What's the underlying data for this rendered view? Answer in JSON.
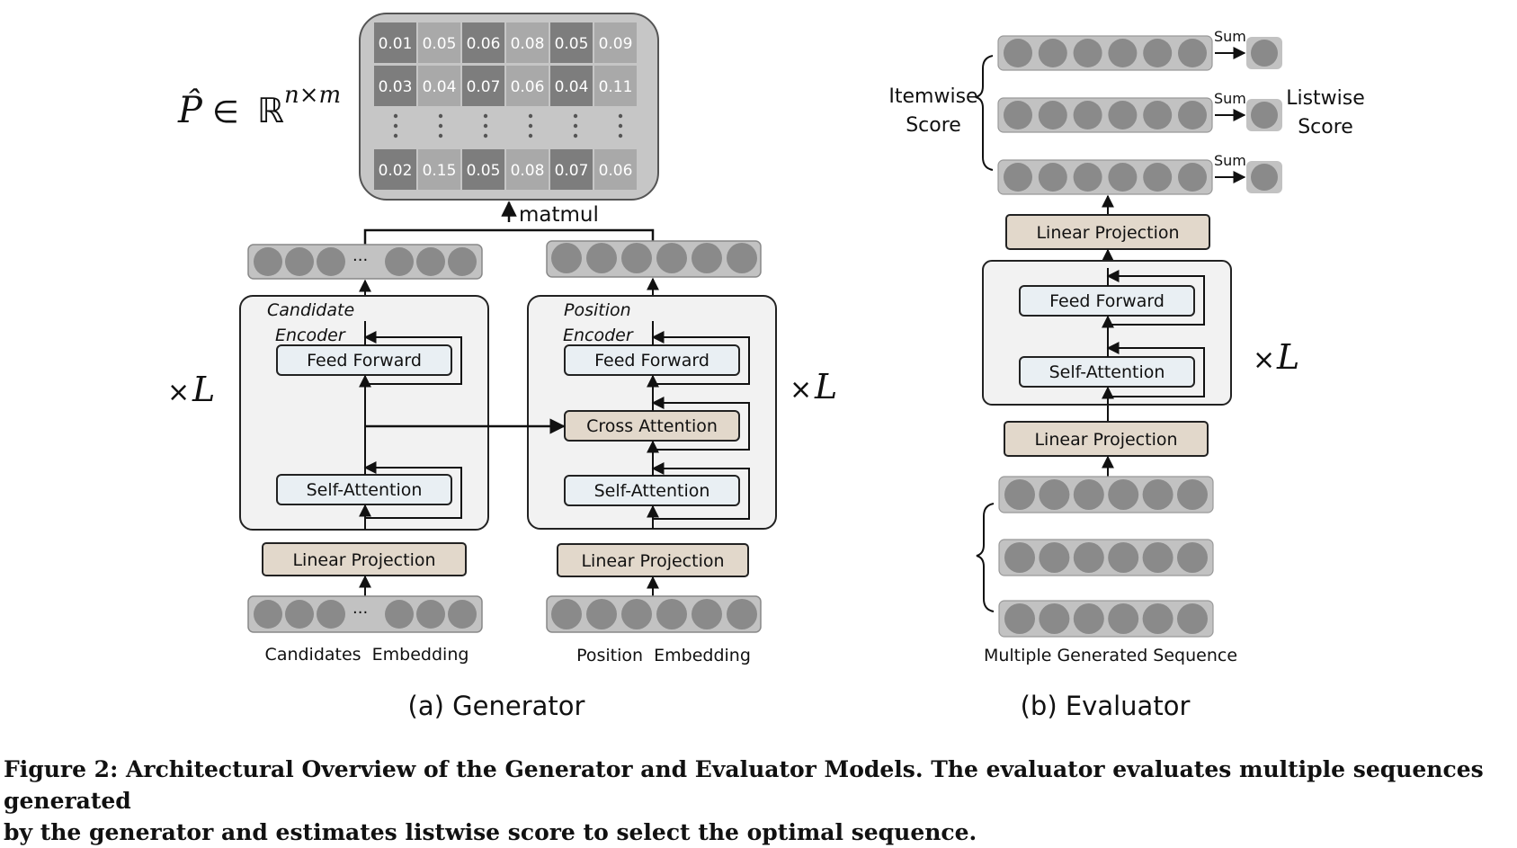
{
  "matrix": {
    "expression_P": "P̂",
    "expression_in": "∈",
    "expression_R": "ℝ",
    "expression_sup": "n×m",
    "rows": [
      [
        "0.01",
        "0.05",
        "0.06",
        "0.08",
        "0.05",
        "0.09"
      ],
      [
        "0.03",
        "0.04",
        "0.07",
        "0.06",
        "0.04",
        "0.11"
      ],
      [
        "0.02",
        "0.15",
        "0.05",
        "0.08",
        "0.07",
        "0.06"
      ]
    ],
    "op_label": "matmul"
  },
  "generator": {
    "times_L": "×L",
    "candidate_encoder_line1": "Candidate",
    "candidate_encoder_line2": "Encoder",
    "position_encoder_line1": "Position",
    "position_encoder_line2": "Encoder",
    "feed_forward": "Feed Forward",
    "self_attention": "Self-Attention",
    "cross_attention": "Cross Attention",
    "linear_projection": "Linear Projection",
    "ellipsis": "···",
    "candidates_embedding": "Candidates  Embedding",
    "position_embedding": "Position  Embedding",
    "subtitle": "(a) Generator"
  },
  "evaluator": {
    "itemwise_line1": "Itemwise",
    "itemwise_line2": "Score",
    "listwise_line1": "Listwise",
    "listwise_line2": "Score",
    "sum": "Sum",
    "linear_projection": "Linear Projection",
    "feed_forward": "Feed Forward",
    "self_attention": "Self-Attention",
    "times_L": "×L",
    "multiple_sequence": "Multiple Generated Sequence",
    "subtitle": "(b) Evaluator"
  },
  "caption": {
    "line1": "Figure 2: Architectural Overview of the Generator and Evaluator Models. The evaluator evaluates multiple sequences generated",
    "line2": "by the generator and estimates listwise score to select the optimal sequence."
  },
  "colors": {
    "token_bar": "#c2c2c2",
    "token_circle": "#8a8a8a",
    "block_blue": "#e9eff3",
    "block_tan": "#e2d8cb",
    "encoder_bg": "#f2f2f2",
    "matrix_bg": "#c6c6c6",
    "cell_dark": "#7d7d7d",
    "cell_light": "#a9a9a9"
  }
}
